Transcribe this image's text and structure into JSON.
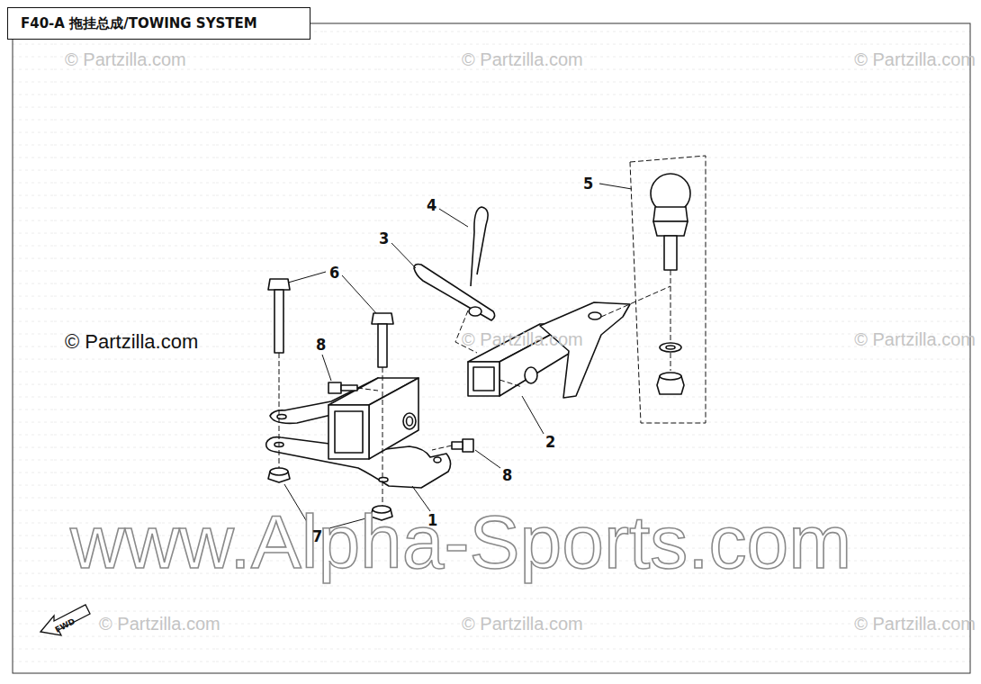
{
  "diagram": {
    "title": "F40-A 拖挂总成/TOWING SYSTEM",
    "labels": [
      "© Partzilla.com",
      "© Partzilla.com",
      "© Partzilla.com",
      "© Partzilla.com",
      "© Partzilla.com",
      "© Partzilla.com",
      "© Partzilla.com",
      "© Partzilla.com",
      "© Partzilla.com",
      "www.Alpha-Sports.com",
      "FWD",
      "5",
      "4",
      "3",
      "6",
      "8",
      "2",
      "8",
      "7",
      "1"
    ]
  }
}
